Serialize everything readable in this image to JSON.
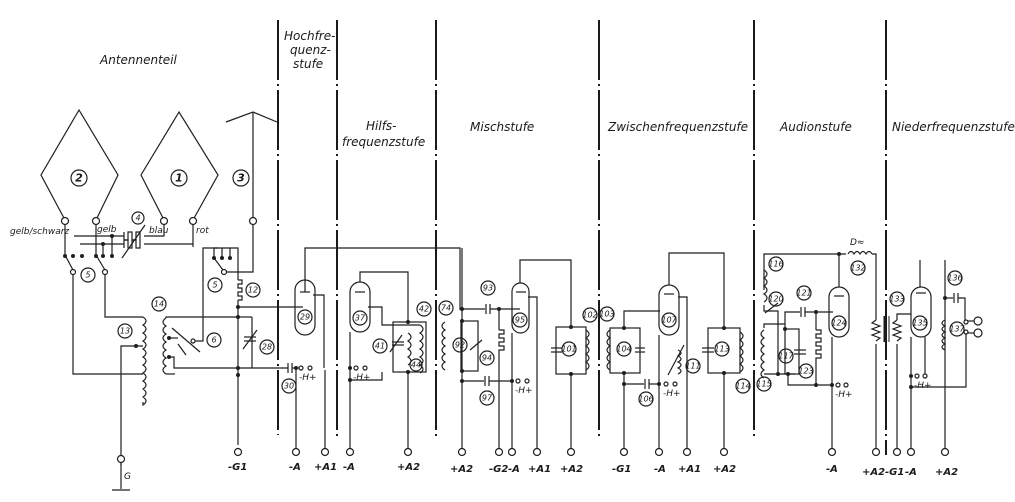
{
  "stages": [
    {
      "id": "antenna",
      "title": "Antennenteil"
    },
    {
      "id": "hf",
      "title_lines": [
        "Hochfre-",
        "quenz-",
        "stufe"
      ]
    },
    {
      "id": "aux",
      "title_lines": [
        "Hilfs-",
        "frequenzstufe"
      ]
    },
    {
      "id": "mix",
      "title": "Mischstufe"
    },
    {
      "id": "if",
      "title": "Zwischenfrequenzstufe"
    },
    {
      "id": "audion",
      "title": "Audionstufe"
    },
    {
      "id": "lf",
      "title": "Niederfrequenzstufe"
    }
  ],
  "antenna_wire_labels": {
    "yellow_black": "gelb/schwarz",
    "yellow": "gelb",
    "blue": "blau",
    "red": "rot"
  },
  "component_numbers": {
    "loop2": "2",
    "loop1": "1",
    "rod": "3",
    "cap4": "4",
    "switch5a": "5",
    "switch5b": "5",
    "switch6": "6",
    "ind12": "12",
    "coil13": "13",
    "coil14": "14",
    "cap28": "28",
    "tube29": "29",
    "cap30": "30",
    "tube37": "37",
    "cap41": "41",
    "coil42": "42",
    "coil44": "44",
    "coil74": "74",
    "cap92": "92",
    "cap93": "93",
    "res94": "94",
    "tube95": "95",
    "cap97": "97",
    "cap101": "101",
    "coil102": "102",
    "coil103": "103",
    "cap104": "104",
    "cap106": "106",
    "tube107": "107",
    "res111": "111",
    "cap113": "113",
    "coil114": "114",
    "coil115": "115",
    "coil116": "116",
    "cap117": "117",
    "cap120": "120",
    "cap121": "121",
    "res123": "123",
    "tube124": "124",
    "choke132": "132",
    "trans133": "133",
    "tube135": "135",
    "cap136": "136",
    "coil137": "137"
  },
  "choke_label": "D≈",
  "heater_label": "-H+",
  "ground_label": "G",
  "terminals": [
    {
      "id": "g1-ant",
      "label": "-G1"
    },
    {
      "id": "a-hf",
      "label": "-A"
    },
    {
      "id": "a1-hf",
      "label": "+A1"
    },
    {
      "id": "a-aux",
      "label": "-A"
    },
    {
      "id": "a2-aux",
      "label": "+A2"
    },
    {
      "id": "a2-mix-in",
      "label": "+A2"
    },
    {
      "id": "g2-mix",
      "label": "-G2"
    },
    {
      "id": "a-mix",
      "label": "-A"
    },
    {
      "id": "a1-mix",
      "label": "+A1"
    },
    {
      "id": "a2-mix",
      "label": "+A2"
    },
    {
      "id": "g1-if",
      "label": "-G1"
    },
    {
      "id": "a-if",
      "label": "-A"
    },
    {
      "id": "a1-if",
      "label": "+A1"
    },
    {
      "id": "a2-if",
      "label": "+A2"
    },
    {
      "id": "a-aud",
      "label": "-A"
    },
    {
      "id": "a2-lf-in",
      "label": "+A2"
    },
    {
      "id": "g1-lf",
      "label": "-G1"
    },
    {
      "id": "a-lf",
      "label": "-A"
    },
    {
      "id": "a2-lf",
      "label": "+A2"
    }
  ]
}
